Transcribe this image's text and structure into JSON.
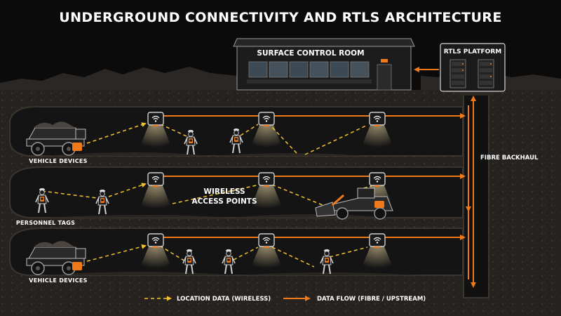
{
  "title": "UNDERGROUND CONNECTIVITY AND RTLS ARCHITECTURE",
  "control_room": {
    "label": "SURFACE CONTROL ROOM"
  },
  "rtls_platform": {
    "label": "RTLS PLATFORM"
  },
  "fibre_backhaul": {
    "label": "FIBRE BACKHAUL"
  },
  "levels": [
    {
      "side_label": "VEHICLE DEVICES"
    },
    {
      "side_label": "PERSONNEL TAGS"
    },
    {
      "side_label": "VEHICLE DEVICES"
    }
  ],
  "access_points": {
    "label_line1": "WIRELESS",
    "label_line2": "ACCESS POINTS"
  },
  "legend": {
    "wireless": "LOCATION DATA (WIRELESS)",
    "fibre": "DATA FLOW (FIBRE / UPSTREAM)"
  },
  "colors": {
    "accent": "#f07a1a",
    "wireless_line": "#f2c230",
    "rock": "#2a2622",
    "tunnel": "#141414",
    "background": "#0b0b0b"
  },
  "icons": [
    "wifi-icon",
    "haul-truck-icon",
    "miner-icon",
    "loader-icon",
    "server-rack-icon",
    "control-building-icon"
  ]
}
